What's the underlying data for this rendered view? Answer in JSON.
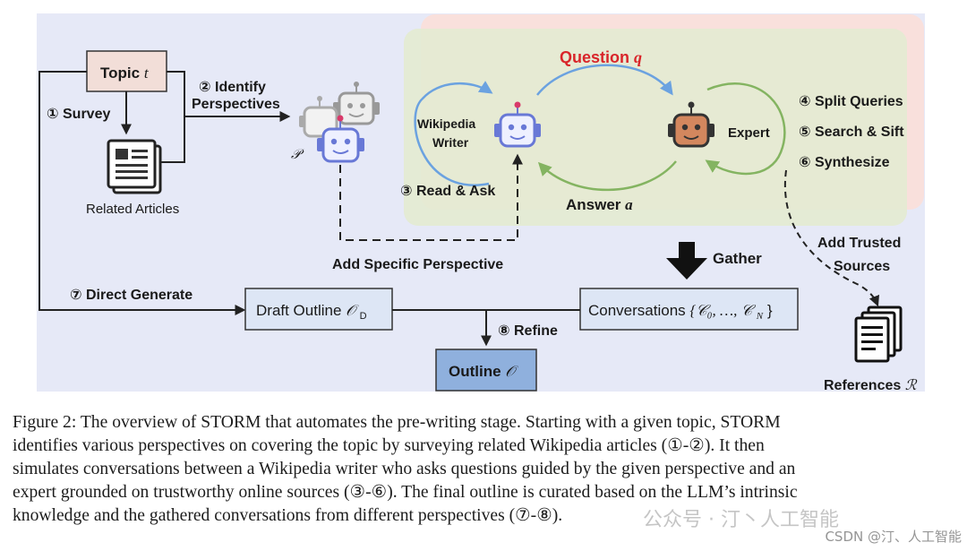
{
  "diagram": {
    "topic_label": "Topic",
    "topic_var": "t",
    "survey": "① Survey",
    "related_articles": "Related Articles",
    "identify_1": "② Identify",
    "identify_2": "Perspectives",
    "perspectives_symbol": "𝒫",
    "question_label": "Question",
    "question_var": "q",
    "writer_1": "Wikipedia",
    "writer_2": "Writer",
    "expert_label": "Expert",
    "split_queries": "④ Split Queries",
    "search_sift": "⑤ Search & Sift",
    "synthesize": "⑥ Synthesize",
    "read_ask": "③ Read & Ask",
    "answer_label": "Answer",
    "answer_var": "a",
    "add_trusted_1": "Add Trusted",
    "add_trusted_2": "Sources",
    "add_specific": "Add Specific Perspective",
    "gather": "Gather",
    "direct_generate": "⑦ Direct Generate",
    "draft_outline_text": "Draft Outline",
    "draft_outline_symbol": "𝒪",
    "draft_outline_sub": "D",
    "conversations_text": "Conversations",
    "conversations_symbol": "{𝒞₀, …, 𝒞",
    "conversations_sub": "N",
    "conversations_close": "}",
    "refine": "⑧ Refine",
    "outline_text": "Outline",
    "outline_symbol": "𝒪",
    "references_text": "References",
    "references_symbol": "ℛ"
  },
  "caption_lines": [
    "Figure 2: The overview of STORM that automates the pre-writing stage. Starting with a given topic, STORM",
    "identifies various perspectives on covering the topic by surveying related Wikipedia articles (①-②). It then",
    "simulates conversations between a Wikipedia writer who asks questions guided by the given perspective and an",
    "expert grounded on trustworthy online sources (③-⑥). The final outline is curated based on the LLM’s intrinsic",
    "knowledge and the gathered conversations from different perspectives (⑦-⑧)."
  ],
  "watermark": "公众号 · 汀丶人工智能",
  "watermark_csdn": "CSDN @汀、人工智能",
  "colors": {
    "panel_bg": "#e6e9f7",
    "pink_panel": "#f9e0dc",
    "green_panel": "#e4ead1",
    "topic_box": "#f2ded8",
    "blue_box": "#dde6f5",
    "outline_box": "#8fb0dd",
    "question_red": "#d9252a",
    "blue_arrow": "#6ba2e0",
    "green_arrow": "#84b461",
    "robot_blue": "#6878d6",
    "robot_orange": "#d3875e"
  }
}
